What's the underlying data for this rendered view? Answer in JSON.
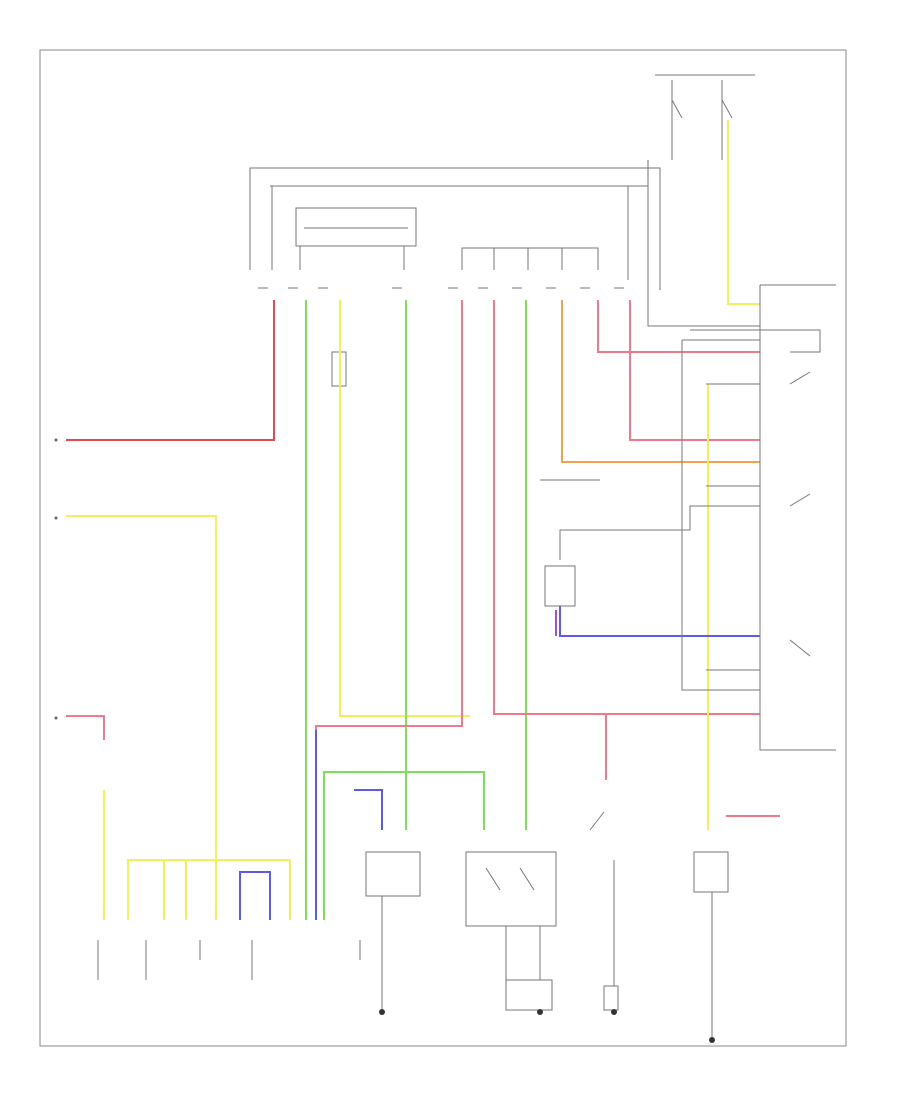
{
  "diagram": {
    "wires": [
      {
        "id": "red-left",
        "color": "#e8484f"
      },
      {
        "id": "yellow",
        "color": "#f2ef5a"
      },
      {
        "id": "green",
        "color": "#7ee05a"
      },
      {
        "id": "red-pink",
        "color": "#f07a8a"
      },
      {
        "id": "orange",
        "color": "#f5a050"
      },
      {
        "id": "blue",
        "color": "#5a5af0"
      },
      {
        "id": "violet",
        "color": "#a050d8"
      },
      {
        "id": "gray",
        "color": "#9a9a9a"
      }
    ],
    "left_markers": [
      "",
      "",
      ""
    ]
  }
}
